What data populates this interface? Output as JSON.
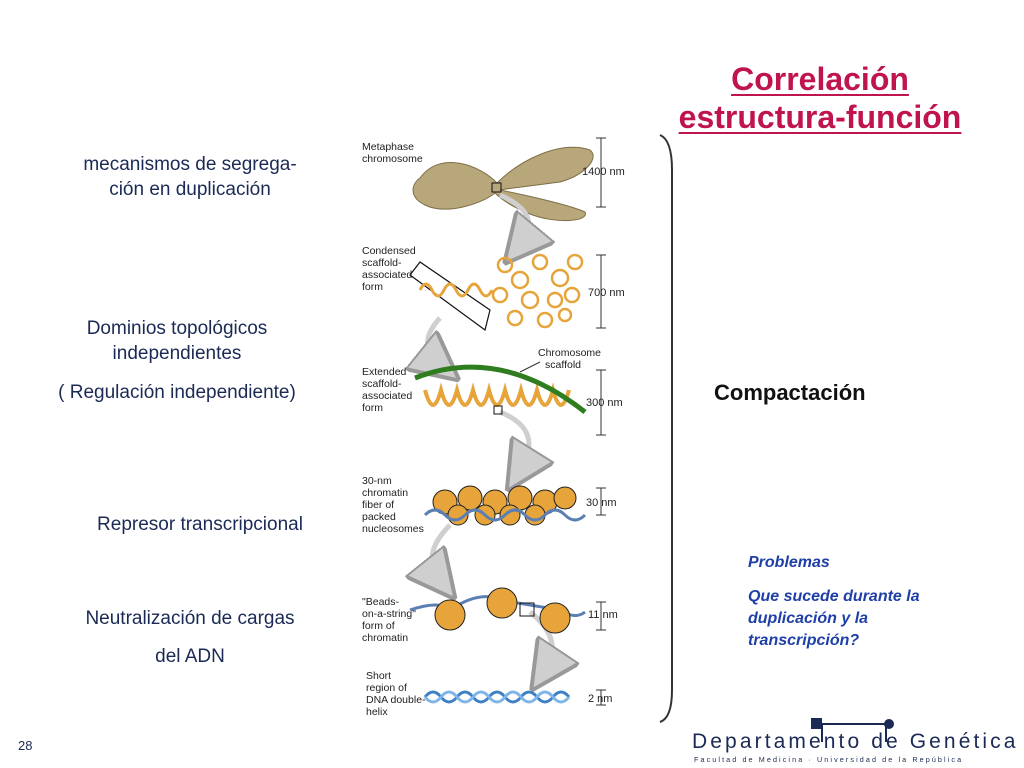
{
  "slide": {
    "title_line1": "Correlación",
    "title_line2": "estructura-función",
    "slide_number": "28"
  },
  "left_labels": {
    "segregation_1": "mecanismos de segrega-",
    "segregation_2": "ción en duplicación",
    "domains_1": "Dominios topológicos",
    "domains_2": "independientes",
    "domains_3": "( Regulación independiente)",
    "repressor": "Represor  transcripcional",
    "neutral_1": "Neutralización de cargas",
    "neutral_2": "del ADN"
  },
  "compaction_label": "Compactación",
  "problems": {
    "heading": "Problemas",
    "question_1": "Que sucede durante la",
    "question_2": "duplicación y la",
    "question_3": "transcripción?"
  },
  "diagram": {
    "metaphase_1": "Metaphase",
    "metaphase_2": "chromosome",
    "metaphase_scale": "1400 nm",
    "condensed_1": "Condensed",
    "condensed_2": "scaffold-",
    "condensed_3": "associated",
    "condensed_4": "form",
    "condensed_scale": "700 nm",
    "extended_1": "Extended",
    "extended_2": "scaffold-",
    "extended_3": "associated",
    "extended_4": "form",
    "scaffold_1": "Chromosome",
    "scaffold_2": "scaffold",
    "extended_scale": "300 nm",
    "fiber_1": "30-nm",
    "fiber_2": "chromatin",
    "fiber_3": "fiber of",
    "fiber_4": "packed",
    "fiber_5": "nucleosomes",
    "fiber_scale": "30 nm",
    "beads_1": "\"Beads-",
    "beads_2": "on-a-string\"",
    "beads_3": "form of",
    "beads_4": "chromatin",
    "beads_scale": "11 nm",
    "dna_1": "Short",
    "dna_2": "region of",
    "dna_3": "DNA double-",
    "dna_4": "helix",
    "dna_scale": "2 nm"
  },
  "logo": {
    "name": "Departamento de Genética",
    "subtitle": "Facultad de Medicina · Universidad de la República"
  },
  "colors": {
    "title": "#c0144f",
    "left_text": "#1a2a55",
    "problems": "#1f3fa8",
    "chromatin_orange": "#e6a43a",
    "scaffold_green": "#2e7d1e",
    "dna_blue": "#3f7fc4",
    "chromosome_khaki": "#b8a77a"
  }
}
